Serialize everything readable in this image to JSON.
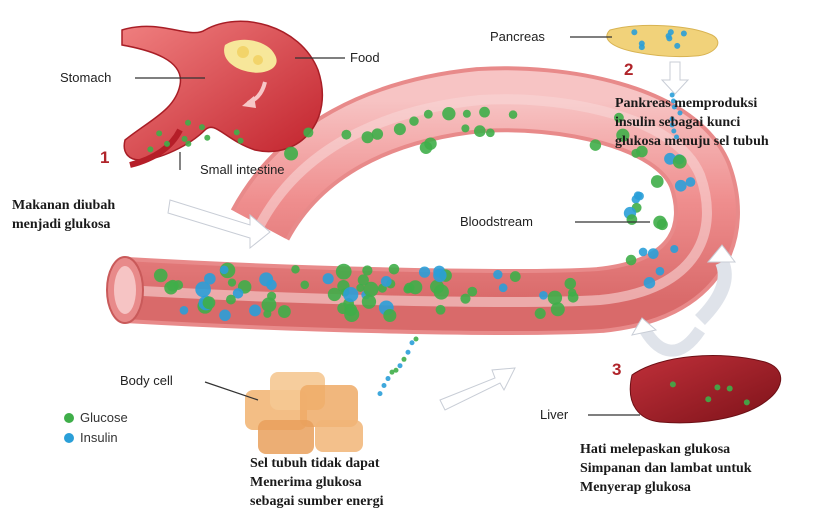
{
  "labels": {
    "stomach": "Stomach",
    "food": "Food",
    "small_intestine": "Small intestine",
    "pancreas": "Pancreas",
    "bloodstream": "Bloodstream",
    "body_cell": "Body cell",
    "liver": "Liver"
  },
  "steps": {
    "step1": "1",
    "step2": "2",
    "step3": "3"
  },
  "captions": {
    "food_to_glucose": [
      "Makanan diubah",
      "menjadi glukosa"
    ],
    "pancreas_insulin": [
      "Pankreas memproduksi",
      "insulin sebagai kunci",
      "glukosa menuju sel tubuh"
    ],
    "body_cell_cannot": [
      "Sel tubuh tidak dapat",
      "Menerima glukosa",
      "sebagai sumber energi"
    ],
    "liver_release": [
      "Hati melepaskan glukosa",
      "Simpanan dan lambat untuk",
      "Menyerap glukosa"
    ]
  },
  "legend": {
    "glucose": "Glucose",
    "insulin": "Insulin"
  },
  "colors": {
    "glucose": "#3fae49",
    "insulin": "#2a9fd8",
    "vessel": "#f2a0a0",
    "stomach": "#d8343c",
    "liver": "#a8202a",
    "pancreas": "#f1d27a"
  }
}
